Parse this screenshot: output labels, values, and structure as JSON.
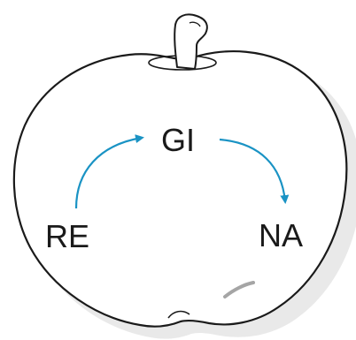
{
  "diagram": {
    "nodes": {
      "start": {
        "text": "RE"
      },
      "middle": {
        "text": "GI"
      },
      "end": {
        "text": "NA"
      }
    },
    "edges": [
      {
        "from": "start",
        "to": "middle"
      },
      {
        "from": "middle",
        "to": "end"
      }
    ]
  },
  "colors": {
    "outline": "#1a1a1a",
    "arrow": "#1a93c4",
    "text": "#1a1a1a",
    "shadow": "#e9e9e9",
    "shine": "#8e8e8e"
  },
  "illustration": "apple-outline-icon"
}
